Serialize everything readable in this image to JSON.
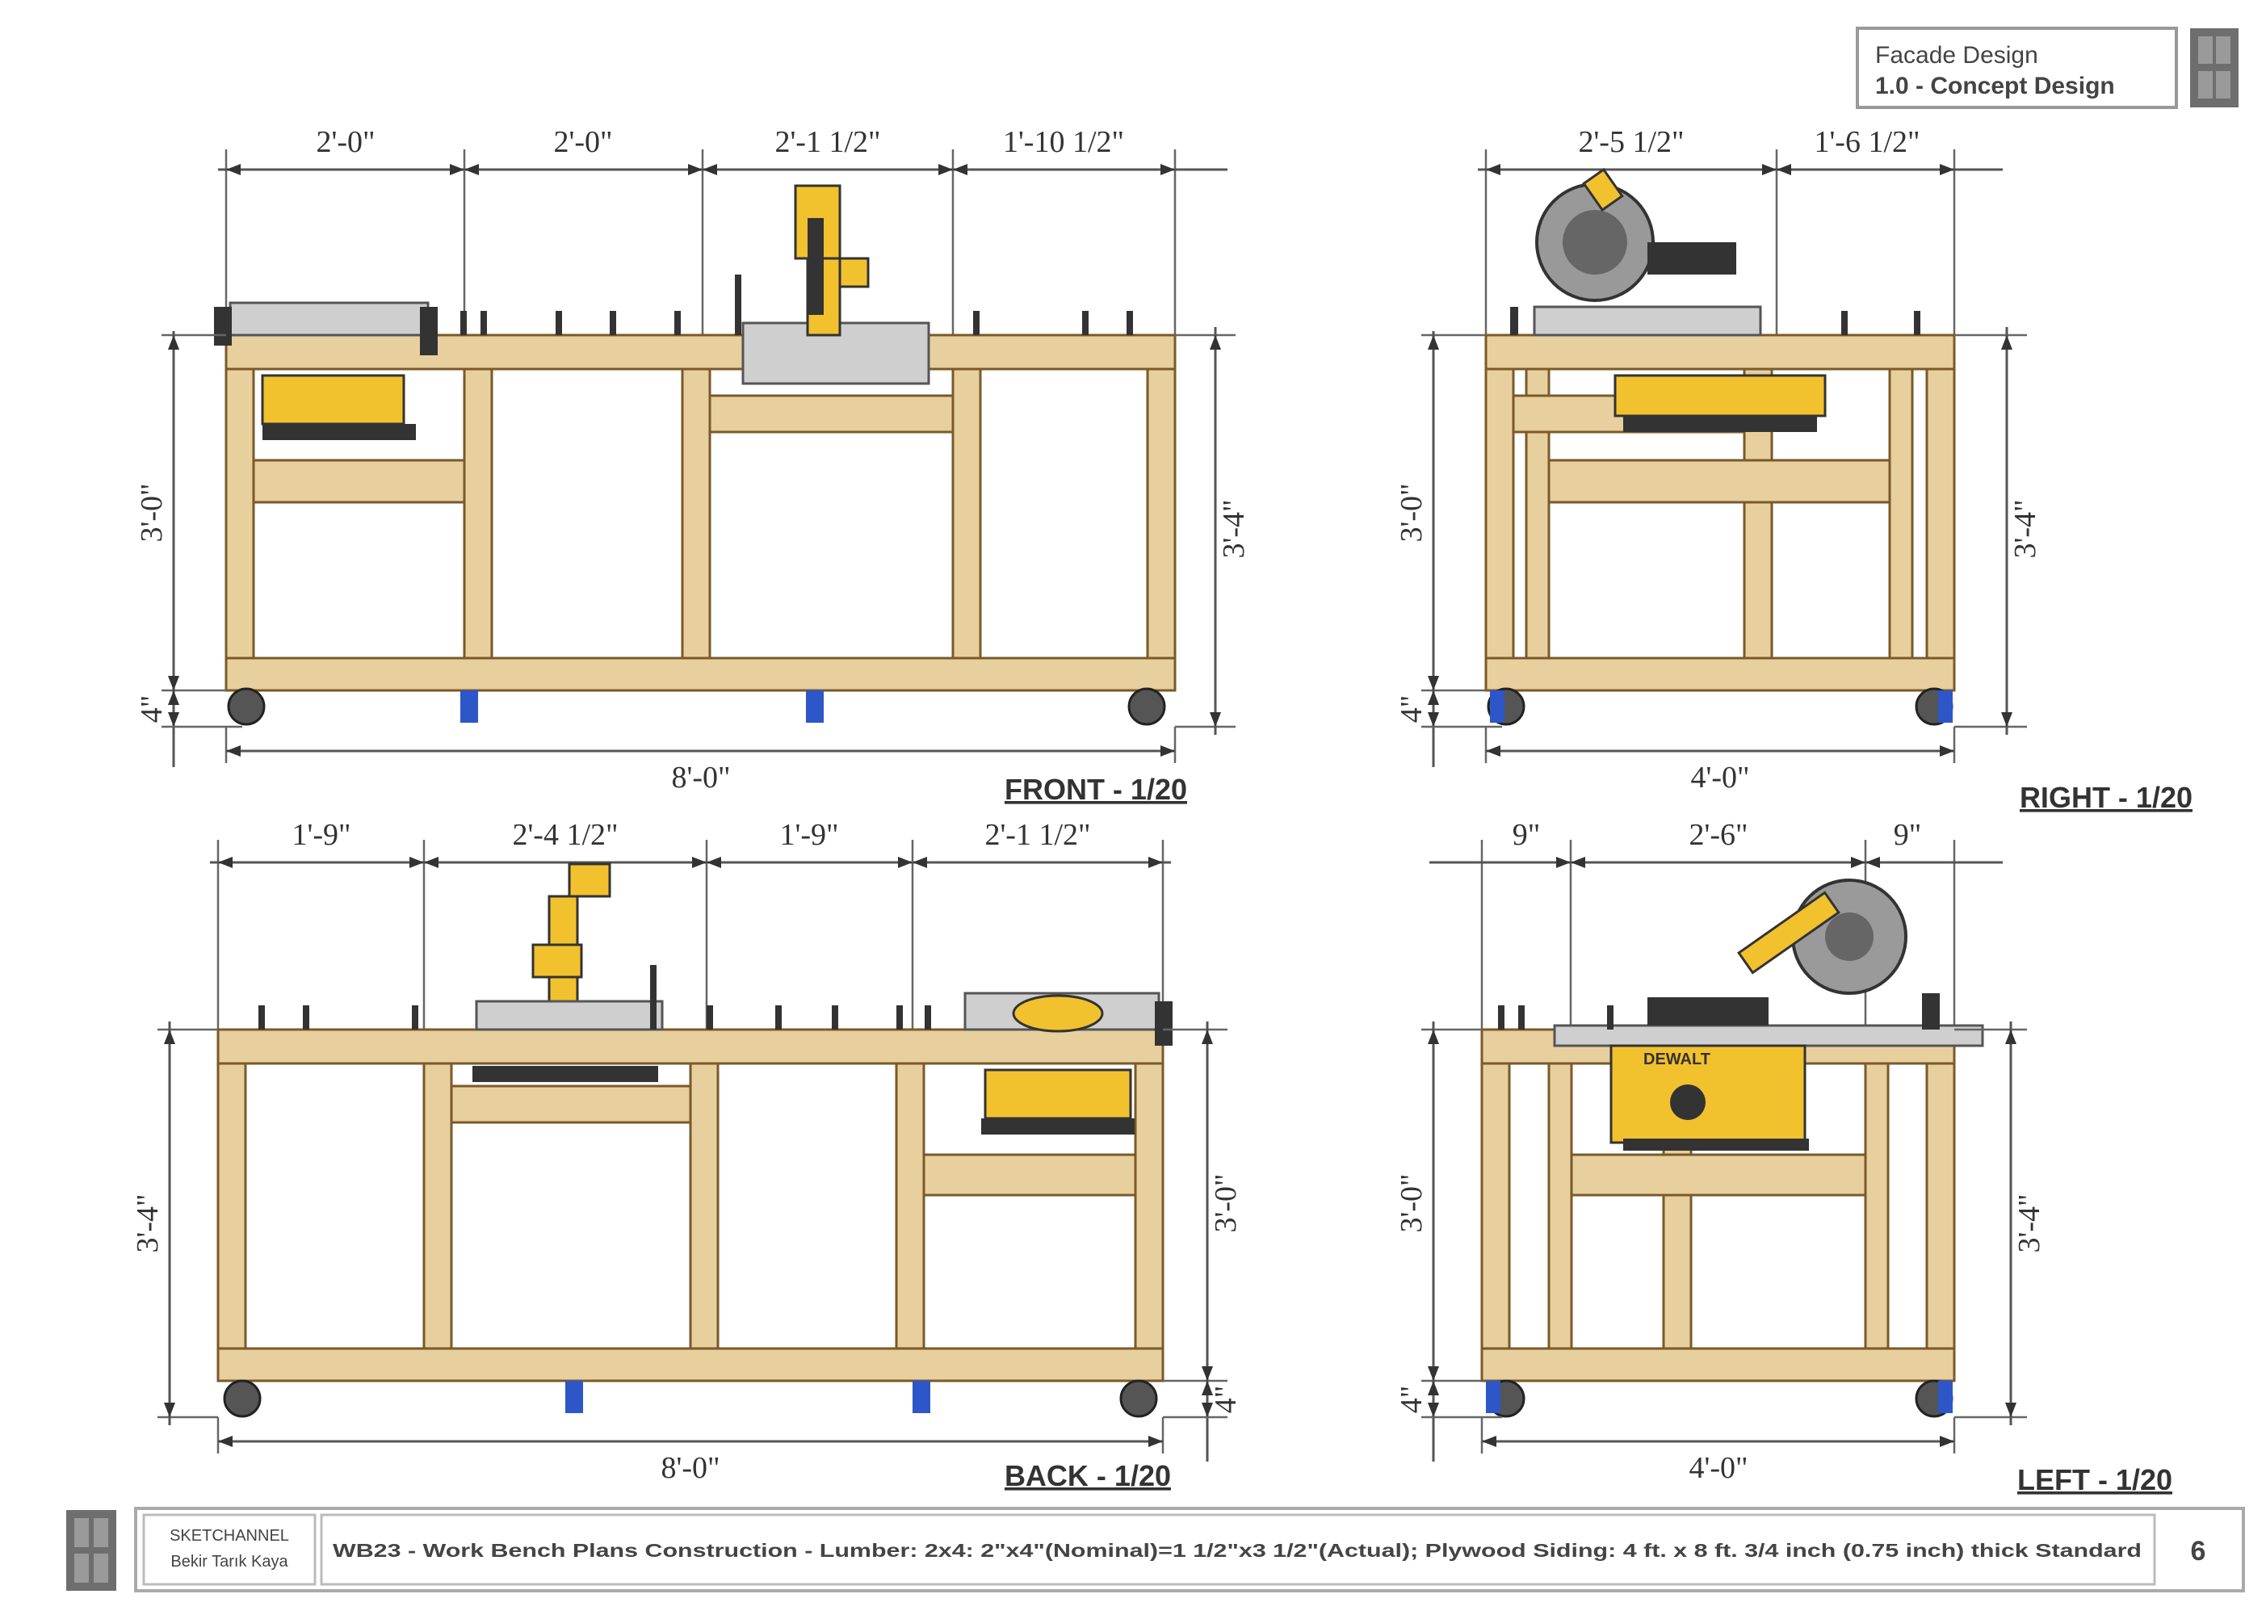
{
  "title_block": {
    "line1": "Facade Design",
    "line2": "1.0 - Concept Design"
  },
  "views": {
    "front": {
      "label": "FRONT - 1/20",
      "top_dims": [
        "2'-0\"",
        "2'-0\"",
        "2'-1 1/2\"",
        "1'-10 1/2\""
      ],
      "overall": "8'-0\"",
      "left_height": "3'-0\"",
      "left_caster": "4\"",
      "right_height": "3'-4\""
    },
    "right": {
      "label": "RIGHT - 1/20",
      "top_dims": [
        "2'-5 1/2\"",
        "1'-6 1/2\""
      ],
      "overall": "4'-0\"",
      "left_height": "3'-0\"",
      "left_caster": "4\"",
      "right_height": "3'-4\""
    },
    "back": {
      "label": "BACK - 1/20",
      "top_dims": [
        "1'-9\"",
        "2'-4 1/2\"",
        "1'-9\"",
        "2'-1 1/2\""
      ],
      "overall": "8'-0\"",
      "left_height": "3'-4\"",
      "right_height": "3'-0\"",
      "right_caster": "4\""
    },
    "left": {
      "label": "LEFT - 1/20",
      "top_dims": [
        "9\"",
        "2'-6\"",
        "9\""
      ],
      "overall": "4'-0\"",
      "left_height": "3'-0\"",
      "left_caster": "4\"",
      "right_height": "3'-4\""
    }
  },
  "footer": {
    "company_line1": "SKETCHANNEL",
    "company_line2": "Bekir Tarık Kaya",
    "description": "WB23 - Work Bench Plans Construction - Lumber: 2x4: 2\"x4\"(Nominal)=1 1/2\"x3 1/2\"(Actual); Plywood Siding: 4 ft. x 8 ft. 3/4 inch (0.75 inch) thick Standard",
    "page": "6"
  },
  "tool_brand": "DEWALT"
}
